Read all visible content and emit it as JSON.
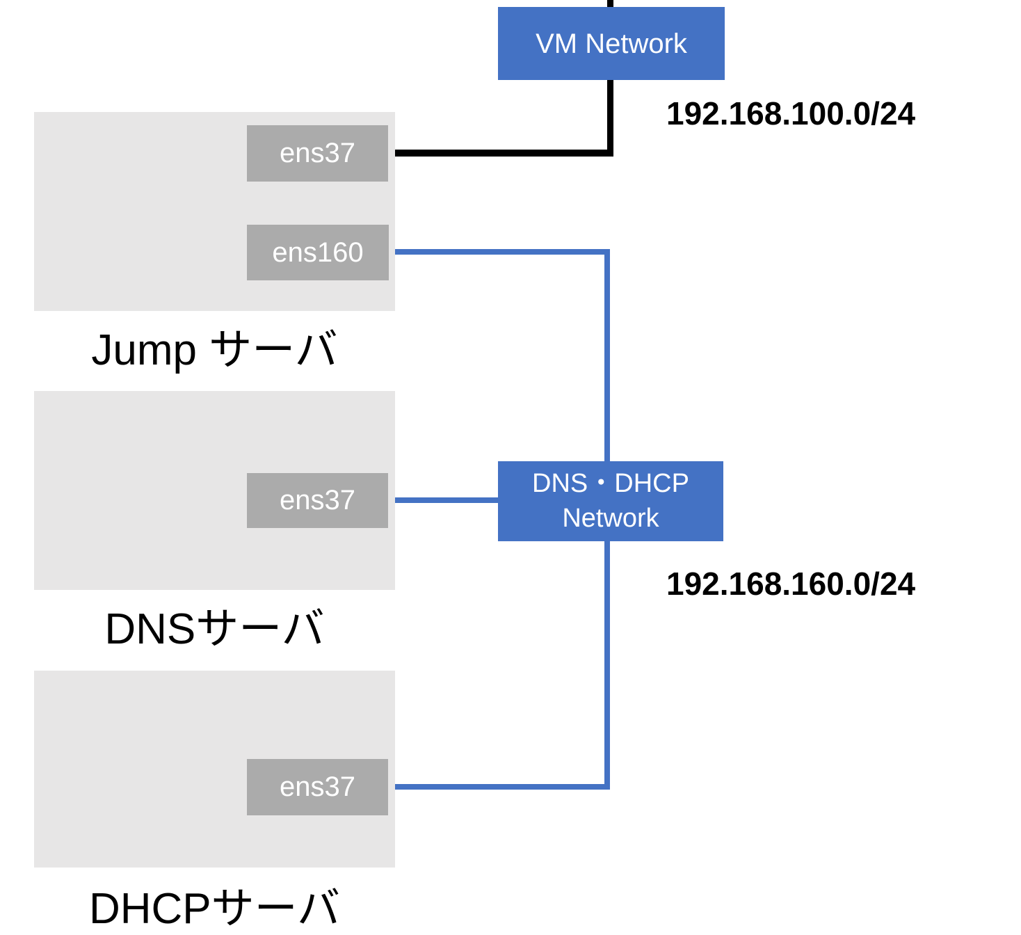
{
  "diagram": {
    "type": "network-topology",
    "colors": {
      "network_box_blue": "#4472C4",
      "connector_blue": "#4472C4",
      "connector_black": "#000000",
      "server_box_gray": "#E7E6E6",
      "interface_box_gray": "#ABABAB",
      "text_on_blue": "#FFFFFF",
      "text_on_gray": "#FFFFFF",
      "text_black": "#000000"
    },
    "networks": {
      "vm": {
        "label": "VM Network",
        "subnet": "192.168.100.0/24"
      },
      "dns_dhcp": {
        "label_line1": "DNS・DHCP",
        "label_line2": "Network",
        "subnet": "192.168.160.0/24"
      }
    },
    "servers": [
      {
        "name": "Jump サーバ",
        "interfaces": [
          "ens37",
          "ens160"
        ]
      },
      {
        "name": "DNSサーバ",
        "interfaces": [
          "ens37"
        ]
      },
      {
        "name": "DHCPサーバ",
        "interfaces": [
          "ens37"
        ]
      }
    ],
    "connections": [
      {
        "from": "Jump サーバ:ens37",
        "to": "VM Network",
        "color": "black"
      },
      {
        "from": "Jump サーバ:ens160",
        "to": "DNS・DHCP Network",
        "color": "blue"
      },
      {
        "from": "DNSサーバ:ens37",
        "to": "DNS・DHCP Network",
        "color": "blue"
      },
      {
        "from": "DHCPサーバ:ens37",
        "to": "DNS・DHCP Network",
        "color": "blue"
      }
    ]
  }
}
